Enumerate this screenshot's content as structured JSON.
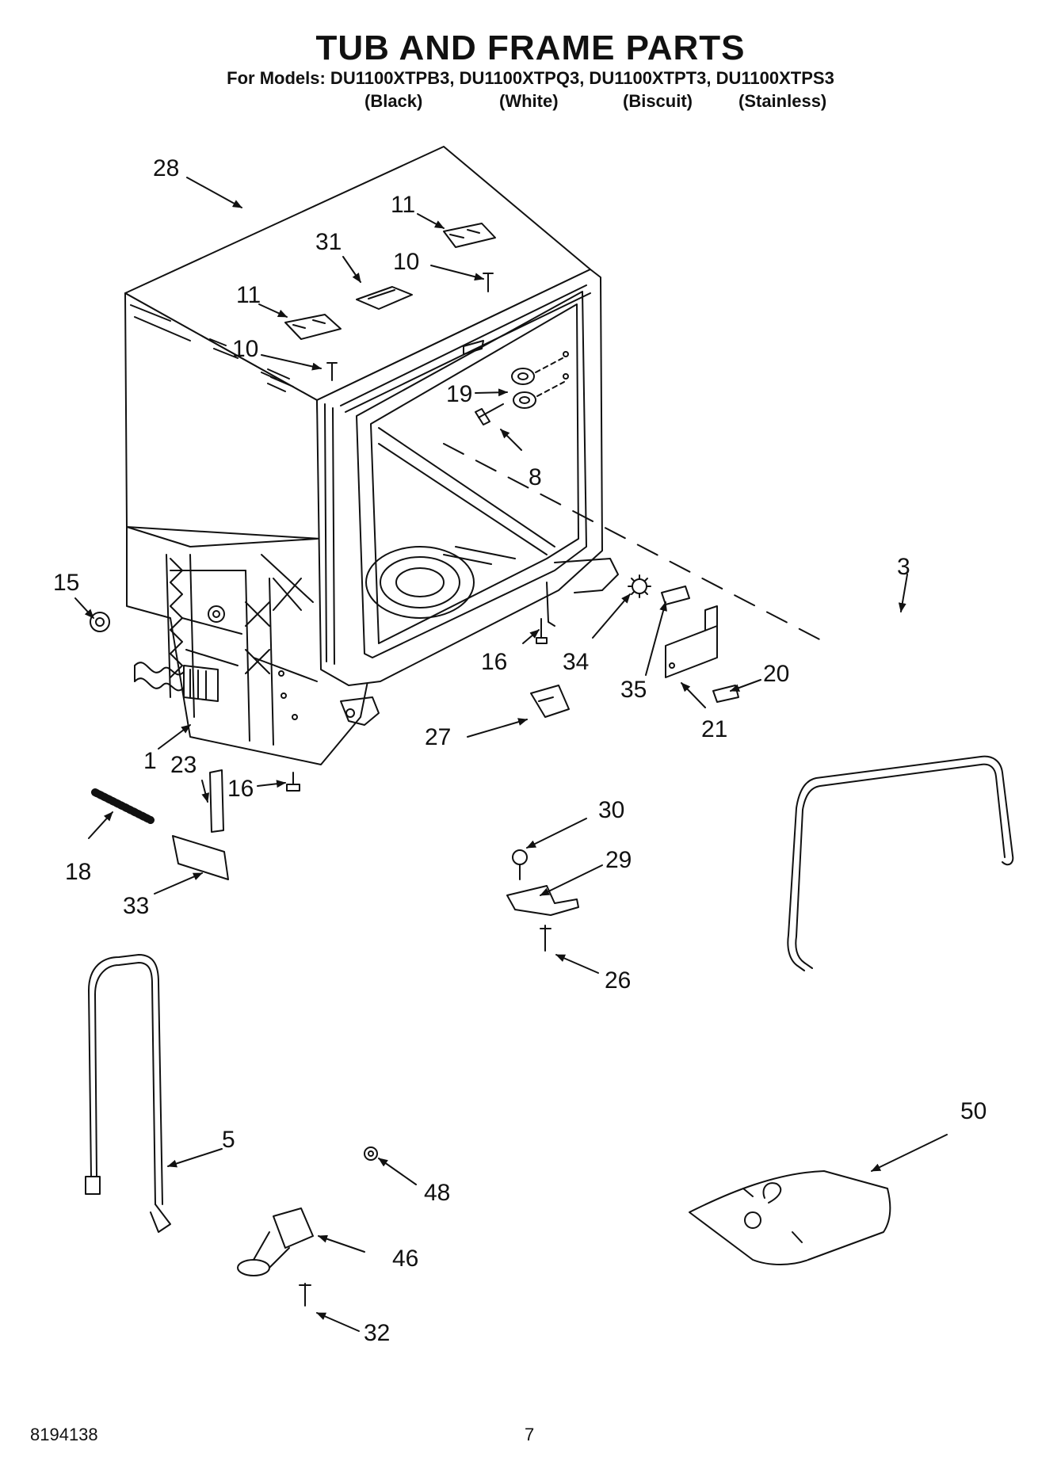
{
  "header": {
    "title": "TUB AND FRAME PARTS",
    "models": "For Models: DU1100XTPB3, DU1100XTPQ3, DU1100XTPT3, DU1100XTPS3",
    "variants": [
      "(Black)",
      "(White)",
      "(Biscuit)",
      "(Stainless)"
    ]
  },
  "callouts": [
    "28",
    "11",
    "31",
    "10",
    "11",
    "10",
    "19",
    "8",
    "15",
    "3",
    "16",
    "34",
    "20",
    "35",
    "21",
    "27",
    "1",
    "23",
    "16",
    "30",
    "29",
    "18",
    "33",
    "26",
    "50",
    "5",
    "48",
    "46",
    "32"
  ],
  "footer": {
    "doc_number": "8194138",
    "page_number": "7"
  }
}
